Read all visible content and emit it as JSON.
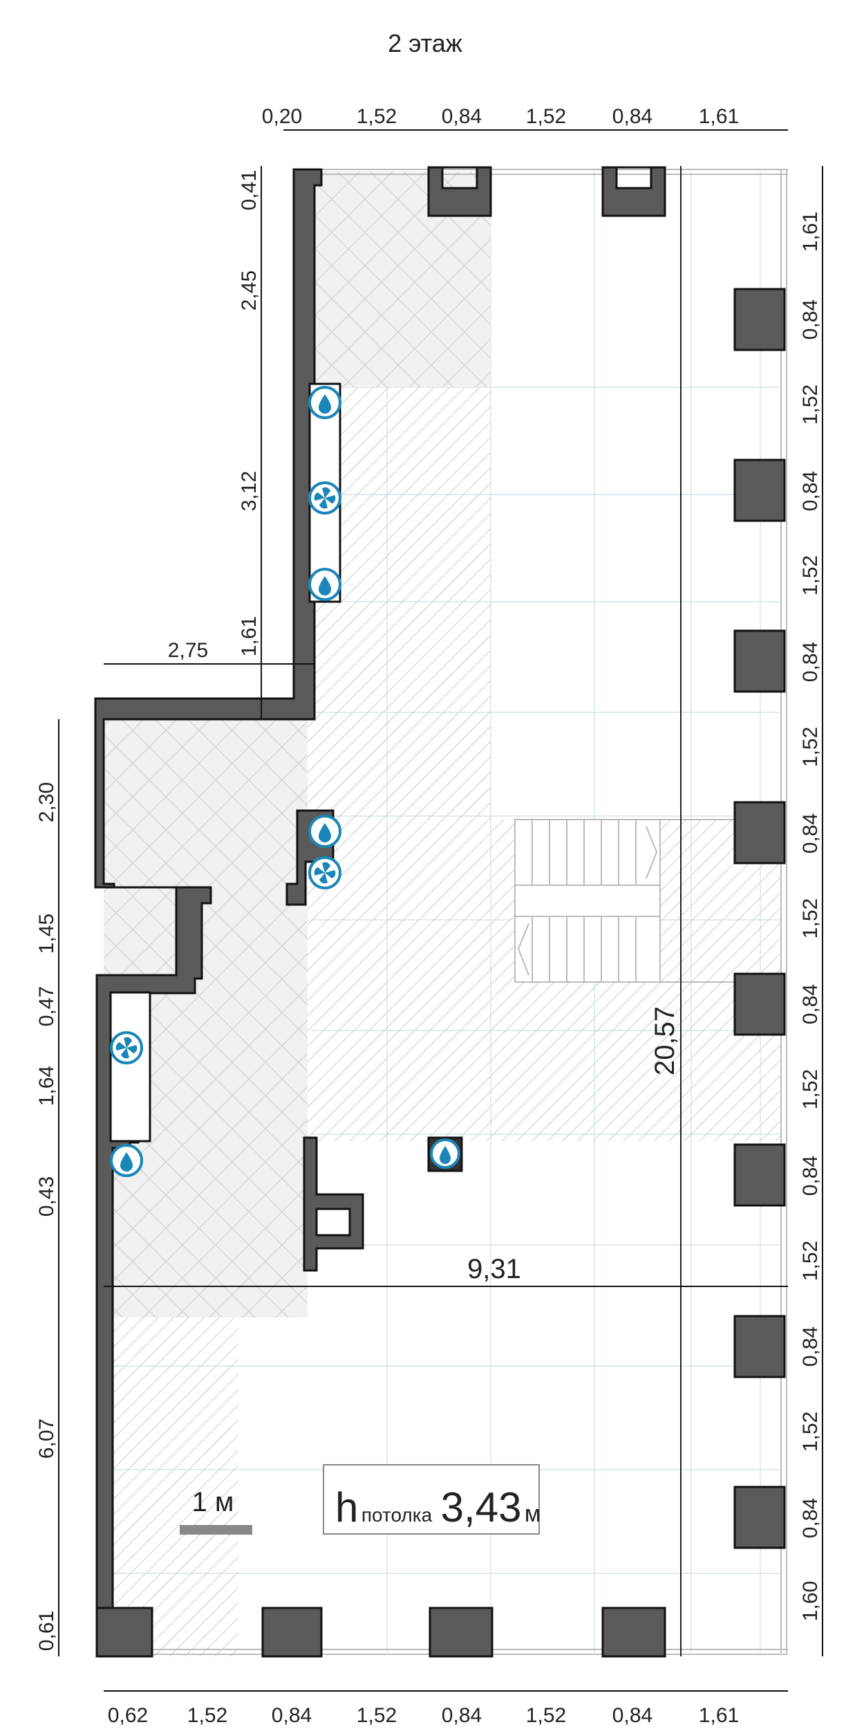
{
  "title": "2 этаж",
  "top_dims": [
    "0,20",
    "1,52",
    "0,84",
    "1,52",
    "0,84",
    "1,61"
  ],
  "bottom_dims": [
    "0,62",
    "1,52",
    "0,84",
    "1,52",
    "0,84",
    "1,52",
    "0,84",
    "1,61"
  ],
  "right_dims": [
    "1,61",
    "0,84",
    "1,52",
    "0,84",
    "1,52",
    "0,84",
    "1,52",
    "0,84",
    "1,52",
    "0,84",
    "1,52",
    "0,84",
    "1,52",
    "0,84",
    "1,52",
    "0,84",
    "1,60"
  ],
  "upper_left_dims": [
    "0,41",
    "2,45",
    "3,12",
    "1,61"
  ],
  "lower_left_dims": [
    "2,30",
    "1,45",
    "0,47",
    "1,64",
    "0,43",
    "6,07",
    "0,61"
  ],
  "dim_2_75": "2,75",
  "dim_total_height": "20,57",
  "dim_total_width": "9,31",
  "scale_label": "1 м",
  "ceiling": {
    "h": "h",
    "sub": "потолка",
    "value": "3,43",
    "unit": "м"
  },
  "icons": [
    "water-drop-icon",
    "fan-icon"
  ],
  "colors": {
    "wall": "#5a5a5a",
    "icon": "#1a86b8",
    "zone": "#f2f2f2"
  }
}
